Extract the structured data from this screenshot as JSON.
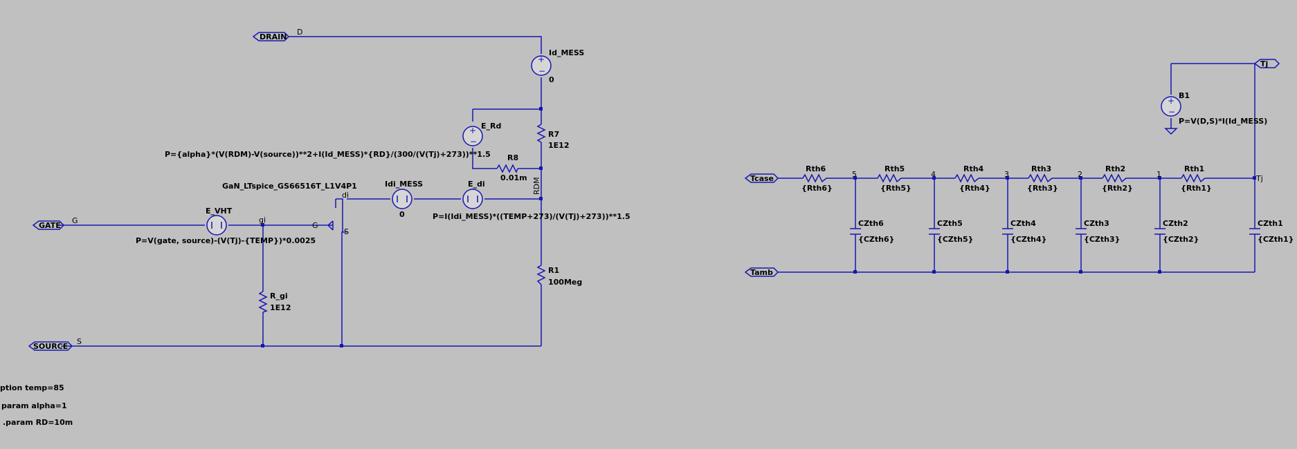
{
  "flags": {
    "drain": "DRAIN",
    "gate": "GATE",
    "source": "SOURCE",
    "tcase": "Tcase",
    "tamb": "Tamb",
    "tj": "Tj"
  },
  "nets": {
    "d": "D",
    "g_left": "G",
    "gi": "gi",
    "g_right": "G",
    "s_left": "S",
    "s_mos": "S",
    "di": "di",
    "rdm": "RDM",
    "tj": "Tj",
    "n5": "5",
    "n4": "4",
    "n3": "3",
    "n2": "2",
    "n1": "1"
  },
  "components": {
    "id_mess": {
      "name": "Id_MESS",
      "value": "0"
    },
    "e_rd": {
      "name": "E_Rd"
    },
    "r7": {
      "name": "R7",
      "value": "1E12"
    },
    "r8": {
      "name": "R8",
      "value": "0.01m"
    },
    "idi_mess": {
      "name": "Idi_MESS",
      "value": "0"
    },
    "e_di": {
      "name": "E_di"
    },
    "e_vht": {
      "name": "E_VHT"
    },
    "r_gi": {
      "name": "R_gi",
      "value": "1E12"
    },
    "r1": {
      "name": "R1",
      "value": "100Meg"
    },
    "mosfet": {
      "name": "GaN_LTspice_GS66516T_L1V4P1"
    },
    "b1": {
      "name": "B1",
      "value": "P=V(D,S)*I(Id_MESS)"
    }
  },
  "expressions": {
    "e_rd": "P={alpha}*(V(RDM)-V(source))**2+I(Id_MESS)*{RD}/(300/(V(Tj)+273))**1.5",
    "e_di": "P=I(Idi_MESS)*((TEMP+273)/(V(Tj)+273))**1.5",
    "e_vht": "P=V(gate, source)-(V(Tj)-{TEMP})*0.0025"
  },
  "thermal": {
    "resistors": [
      {
        "name": "Rth6",
        "value": "{Rth6}"
      },
      {
        "name": "Rth5",
        "value": "{Rth5}"
      },
      {
        "name": "Rth4",
        "value": "{Rth4}"
      },
      {
        "name": "Rth3",
        "value": "{Rth3}"
      },
      {
        "name": "Rth2",
        "value": "{Rth2}"
      },
      {
        "name": "Rth1",
        "value": "{Rth1}"
      }
    ],
    "capacitors": [
      {
        "name": "CZth6",
        "value": "{CZth6}"
      },
      {
        "name": "CZth5",
        "value": "{CZth5}"
      },
      {
        "name": "CZth4",
        "value": "{CZth4}"
      },
      {
        "name": "CZth3",
        "value": "{CZth3}"
      },
      {
        "name": "CZth2",
        "value": "{CZth2}"
      },
      {
        "name": "CZth1",
        "value": "{CZth1}"
      }
    ]
  },
  "directives": [
    "ption temp=85",
    "param alpha=1",
    ".param RD=10m"
  ]
}
